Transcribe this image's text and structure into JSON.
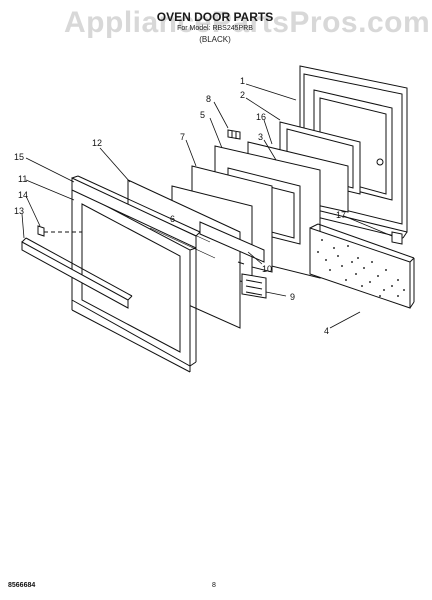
{
  "watermark": "AppliancePartsPros.com",
  "header": {
    "title": "OVEN DOOR PARTS",
    "model_line": "For Model: RBS245PRB",
    "color_line": "(BLACK)"
  },
  "callouts": [
    "1",
    "2",
    "3",
    "4",
    "5",
    "6",
    "7",
    "8",
    "9",
    "10",
    "11",
    "12",
    "13",
    "14",
    "15",
    "16",
    "17"
  ],
  "footer": {
    "doc_number": "8566684",
    "page_number": "8"
  }
}
